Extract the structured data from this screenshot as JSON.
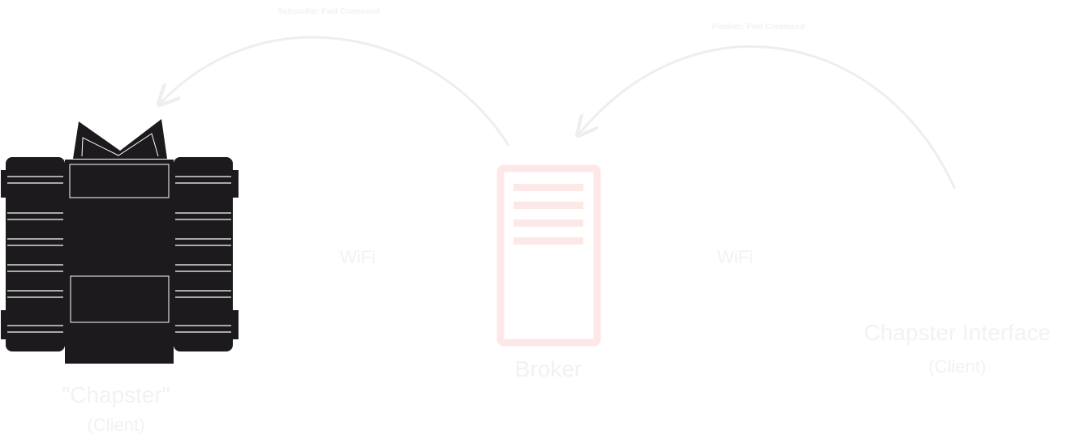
{
  "edges": {
    "subscribe": {
      "label": "Subscribe: Fwd Command"
    },
    "publish": {
      "label": "Publish: Fwd Command"
    }
  },
  "links": {
    "left": {
      "label": "WiFi"
    },
    "right": {
      "label": "WiFi"
    }
  },
  "nodes": {
    "robot": {
      "name": "\"Chapster\"",
      "role": "(Client)"
    },
    "broker": {
      "name": "Broker"
    },
    "interface": {
      "name": "Chapster Interface",
      "role": "(Client)"
    }
  },
  "colors": {
    "robot_fill": "#1c1a1d",
    "robot_stroke": "#ffffff",
    "broker_accent": "#fde8e8",
    "arrow": "#eeeeee",
    "label_text": "#f2f2f2"
  },
  "icons": {
    "robot": "tracked-robot-icon",
    "broker": "server-icon"
  }
}
